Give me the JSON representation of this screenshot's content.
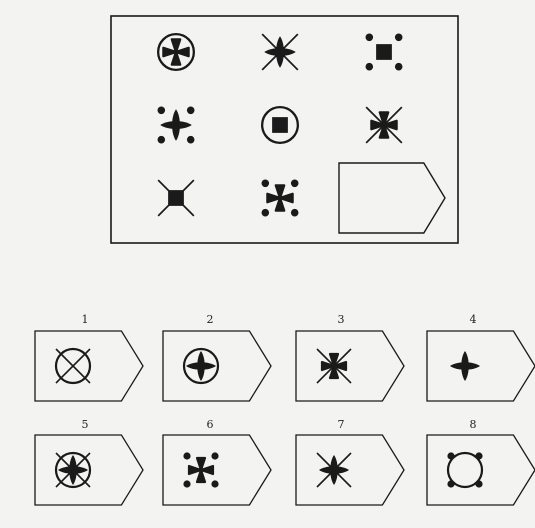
{
  "puzzle": {
    "cells": [
      {
        "id": "r1c1",
        "symbols": [
          "circle-ring",
          "maltese-cross"
        ]
      },
      {
        "id": "r1c2",
        "symbols": [
          "x-lines",
          "four-petals"
        ]
      },
      {
        "id": "r1c3",
        "symbols": [
          "corner-dots",
          "black-square"
        ]
      },
      {
        "id": "r2c1",
        "symbols": [
          "corner-dots",
          "four-petals"
        ]
      },
      {
        "id": "r2c2",
        "symbols": [
          "circle-ring",
          "black-square"
        ]
      },
      {
        "id": "r2c3",
        "symbols": [
          "x-lines",
          "maltese-cross"
        ]
      },
      {
        "id": "r3c1",
        "symbols": [
          "x-lines",
          "black-square"
        ]
      },
      {
        "id": "r3c2",
        "symbols": [
          "corner-dots",
          "maltese-cross"
        ]
      },
      {
        "id": "r3c3",
        "symbols": [
          "missing-tag"
        ]
      }
    ]
  },
  "options": [
    {
      "number": "1",
      "symbols": [
        "circle-ring",
        "x-lines"
      ]
    },
    {
      "number": "2",
      "symbols": [
        "circle-ring",
        "four-petals"
      ]
    },
    {
      "number": "3",
      "symbols": [
        "x-lines",
        "maltese-cross"
      ]
    },
    {
      "number": "4",
      "symbols": [
        "four-petals"
      ]
    },
    {
      "number": "5",
      "symbols": [
        "circle-ring",
        "x-lines",
        "four-petals"
      ]
    },
    {
      "number": "6",
      "symbols": [
        "corner-dots",
        "maltese-cross"
      ]
    },
    {
      "number": "7",
      "symbols": [
        "x-lines",
        "four-petals"
      ]
    },
    {
      "number": "8",
      "symbols": [
        "corner-dots",
        "circle-ring"
      ]
    }
  ],
  "colors": {
    "ink": "#1a1a1a",
    "paper": "#f3f3f1"
  }
}
